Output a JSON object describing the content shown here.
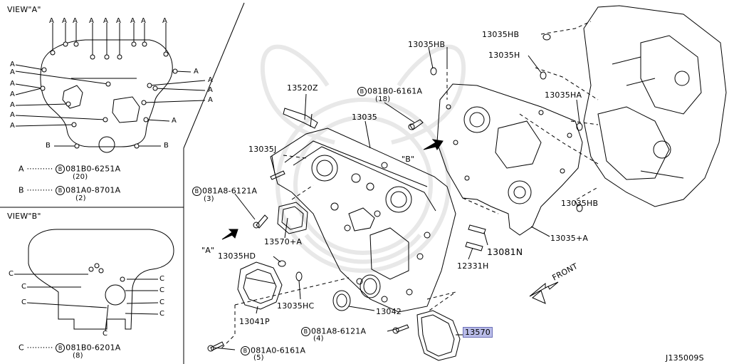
{
  "view_a": {
    "title": "VIEW\"A\"",
    "marker": "A",
    "legend": [
      {
        "key": "A",
        "dots": "··········",
        "bolt": "B",
        "part": "081B0-6251A",
        "qty": "(20)"
      },
      {
        "key": "B",
        "dots": "··········",
        "bolt": "B",
        "part": "081A0-8701A",
        "qty": "(2)"
      }
    ],
    "marker_b": "B"
  },
  "view_b": {
    "title": "VIEW\"B\"",
    "marker": "C",
    "legend": [
      {
        "key": "C",
        "dots": "··········",
        "bolt": "B",
        "part": "081B0-6201A",
        "qty": "(8)"
      }
    ]
  },
  "parts": {
    "p13035HB_top": "13035HB",
    "p13035HB_tr": "13035HB",
    "p13035H": "13035H",
    "p13035HA": "13035HA",
    "p13035HB_low": "13035HB",
    "p13035A": "13035+A",
    "p13081N": "13081N",
    "p12331H": "12331H",
    "p13520Z": "13520Z",
    "p13035": "13035",
    "p081B0_6161A": "081B0-6161A",
    "q081B0_6161A": "(18)",
    "p13035J": "13035J",
    "p081A8_6121A_top": "081A8-6121A",
    "q081A8_6121A_top": "(3)",
    "p13570A": "13570+A",
    "p13035HD": "13035HD",
    "p13035HC": "13035HC",
    "p13041P": "13041P",
    "p13042": "13042",
    "p081A8_6121A_low": "081A8-6121A",
    "q081A8_6121A_low": "(4)",
    "p13570": "13570",
    "p081A0_6161A": "081A0-6161A",
    "q081A0_6161A": "(5)",
    "bolt_symbol": "B"
  },
  "callouts": {
    "view_a_arrow": "\"A\"",
    "view_b_arrow": "\"B\"",
    "front": "FRONT"
  },
  "footer": {
    "drawing_id": "J135009S"
  }
}
